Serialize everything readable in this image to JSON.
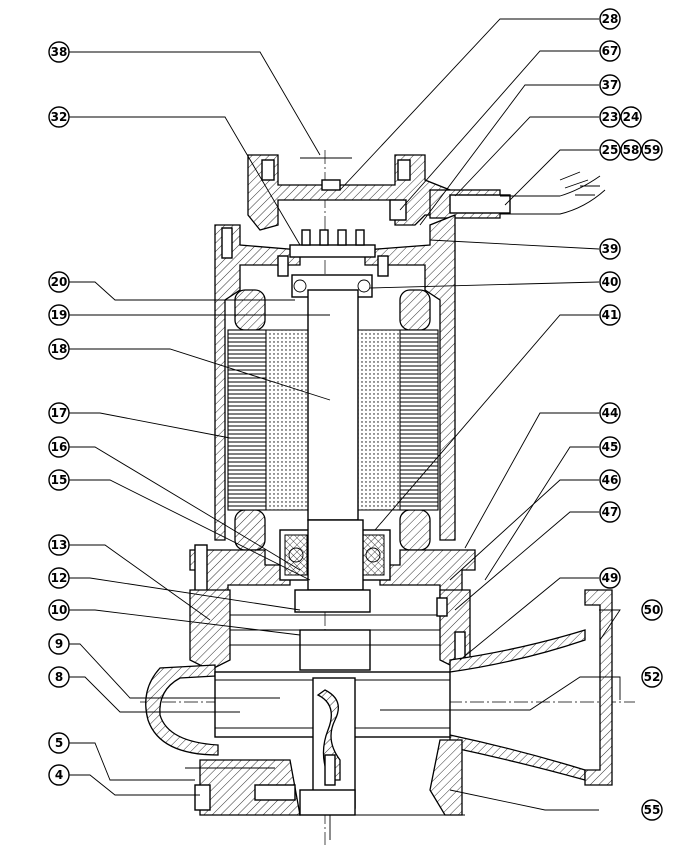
{
  "callouts": [
    {
      "id": "c28",
      "label": "28"
    },
    {
      "id": "c38",
      "label": "38"
    },
    {
      "id": "c67",
      "label": "67"
    },
    {
      "id": "c37",
      "label": "37"
    },
    {
      "id": "c32",
      "label": "32"
    },
    {
      "id": "c23",
      "label": "23"
    },
    {
      "id": "c24",
      "label": "24"
    },
    {
      "id": "c25",
      "label": "25"
    },
    {
      "id": "c58",
      "label": "58"
    },
    {
      "id": "c59",
      "label": "59"
    },
    {
      "id": "c39",
      "label": "39"
    },
    {
      "id": "c20",
      "label": "20"
    },
    {
      "id": "c40",
      "label": "40"
    },
    {
      "id": "c19",
      "label": "19"
    },
    {
      "id": "c41",
      "label": "41"
    },
    {
      "id": "c18",
      "label": "18"
    },
    {
      "id": "c17",
      "label": "17"
    },
    {
      "id": "c44",
      "label": "44"
    },
    {
      "id": "c16",
      "label": "16"
    },
    {
      "id": "c45",
      "label": "45"
    },
    {
      "id": "c15",
      "label": "15"
    },
    {
      "id": "c46",
      "label": "46"
    },
    {
      "id": "c47",
      "label": "47"
    },
    {
      "id": "c13",
      "label": "13"
    },
    {
      "id": "c12",
      "label": "12"
    },
    {
      "id": "c49",
      "label": "49"
    },
    {
      "id": "c10",
      "label": "10"
    },
    {
      "id": "c50",
      "label": "50"
    },
    {
      "id": "c9",
      "label": "9"
    },
    {
      "id": "c8",
      "label": "8"
    },
    {
      "id": "c52",
      "label": "52"
    },
    {
      "id": "c5",
      "label": "5"
    },
    {
      "id": "c4",
      "label": "4"
    },
    {
      "id": "c55",
      "label": "55"
    }
  ],
  "colors": {
    "line": "#000000",
    "background": "#ffffff"
  }
}
